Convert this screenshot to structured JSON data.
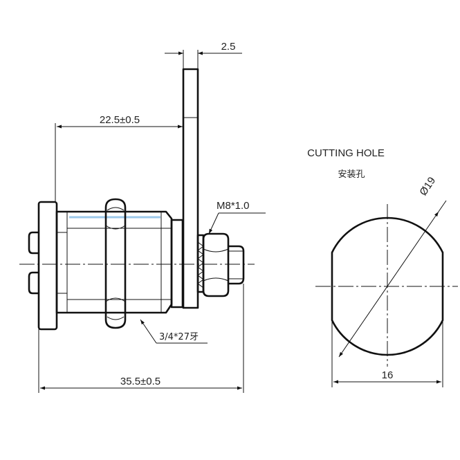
{
  "dimensions": {
    "plate_thickness": "2.5",
    "body_length": "22.5±0.5",
    "overall_length": "35.5±0.5",
    "hole_width": "16",
    "hole_diameter": "Ø19"
  },
  "callouts": {
    "nut_thread": "M8*1.0",
    "body_thread": "3/4*27牙"
  },
  "cutting_hole": {
    "title": "CUTTING HOLE",
    "subtitle": "安装孔"
  }
}
